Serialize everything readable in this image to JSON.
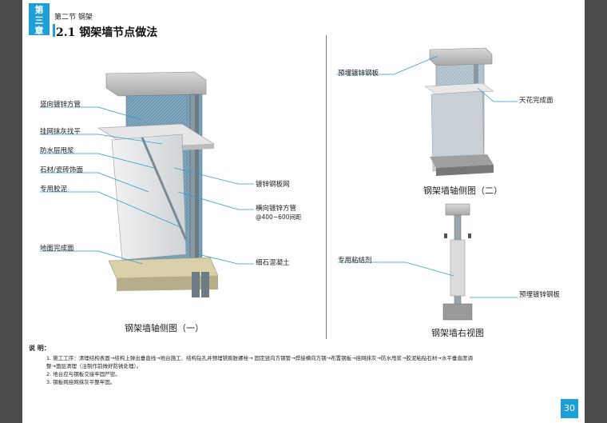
{
  "header": {
    "chapter_chars": [
      "第",
      "三",
      "章"
    ],
    "section": "第二节 钢架",
    "title": "2.1 钢架墙节点做法"
  },
  "left_figure": {
    "caption": "钢架墙轴侧图（一）",
    "labels": {
      "vertical_tube": "竖向镀锌方管",
      "mesh_plaster": "挂网抹灰找平",
      "waterproof_slurry": "防水层甩浆",
      "stone_tile": "石材/瓷砖饰面",
      "adhesive": "专用胶泥",
      "floor_finish": "地面完成面",
      "galvanized_mesh": "镀锌钢板网",
      "horizontal_tube_1": "横向镀锌方管",
      "horizontal_tube_2": "@400~600间距",
      "fine_concrete": "细石混凝土"
    }
  },
  "right_top_figure": {
    "caption": "钢架墙轴侧图（二）",
    "labels": {
      "embedded_plate": "预埋镀锌钢板",
      "ceiling_finish": "天花完成面"
    }
  },
  "right_bottom_figure": {
    "caption": "钢架墙右视图",
    "labels": {
      "bonding_agent": "专用粘结剂",
      "embedded_plate": "预埋镀锌钢板"
    }
  },
  "notes": {
    "heading": "说 明：",
    "items": [
      "1. 施工工序：清理结构表面→结构上弹出垂直线→地台施工、结构钻孔并预埋铁膨胀螺栓→ 固定竖向方钢管→焊接横向方钢→布置钢板→挂网抹灰→防水甩浆→胶泥粘贴石材→水平垂直度调",
      "   整→面层清理（注制作前做好防锈处理）。",
      "2. 地台应与钢板交接牢固严密。",
      "3. 钢板网挂网抹灰平整牢固。"
    ]
  },
  "page_number": "30",
  "colors": {
    "accent": "#1f9fd8",
    "leader": "#2a9fd6"
  }
}
